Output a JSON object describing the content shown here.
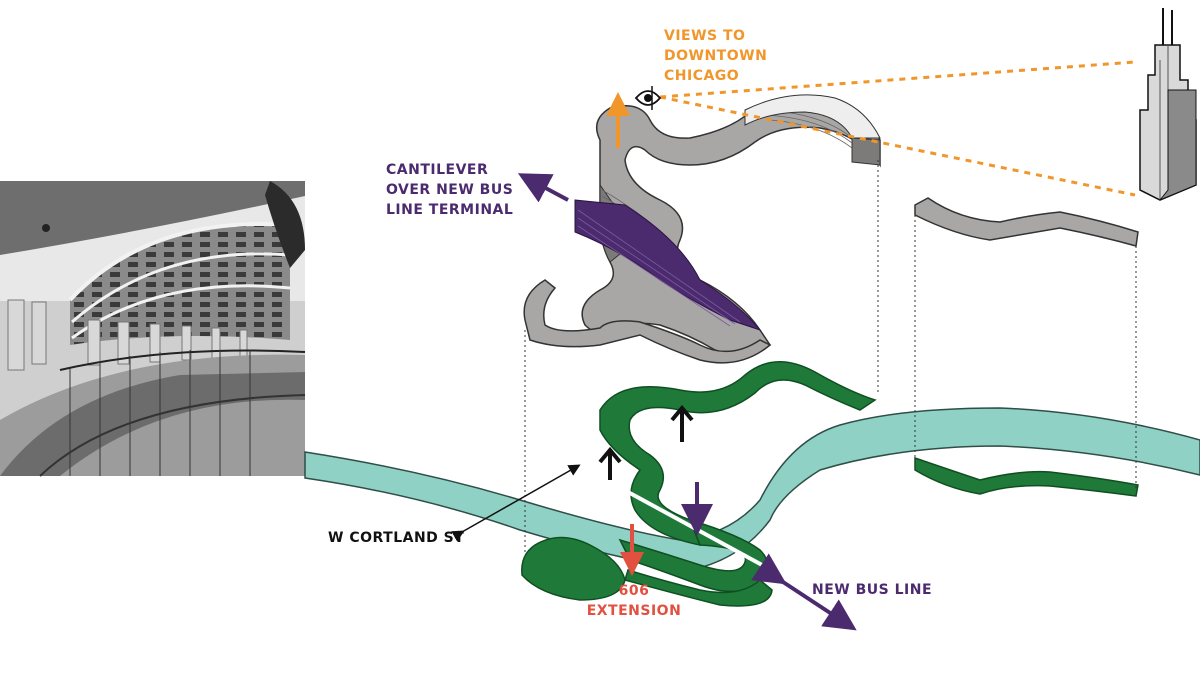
{
  "labels": {
    "views_to_downtown": [
      "VIEWS TO",
      "DOWNTOWN",
      "CHICAGO"
    ],
    "cantilever": [
      "CANTILEVER",
      "OVER NEW BUS",
      "LINE TERMINAL"
    ],
    "street": "W CORTLAND ST",
    "extension": [
      "606",
      "EXTENSION"
    ],
    "bus_line": "NEW BUS LINE"
  },
  "colors": {
    "river": "#8fd1c4",
    "river_stroke": "#2f4e48",
    "park_green": "#1f7a3a",
    "park_green_dark": "#0f4f22",
    "building_grey": "#a9a6a6",
    "building_side": "#7d7a7a",
    "cantilever_purple": "#4b2a6e",
    "views_orange": "#f0962a",
    "extension_red": "#e2503f",
    "bus_purple": "#4b2a6e"
  },
  "icons": {
    "viewer": "eye-icon",
    "tower": "skyscraper-icon",
    "photo": "curved-building-photo"
  }
}
